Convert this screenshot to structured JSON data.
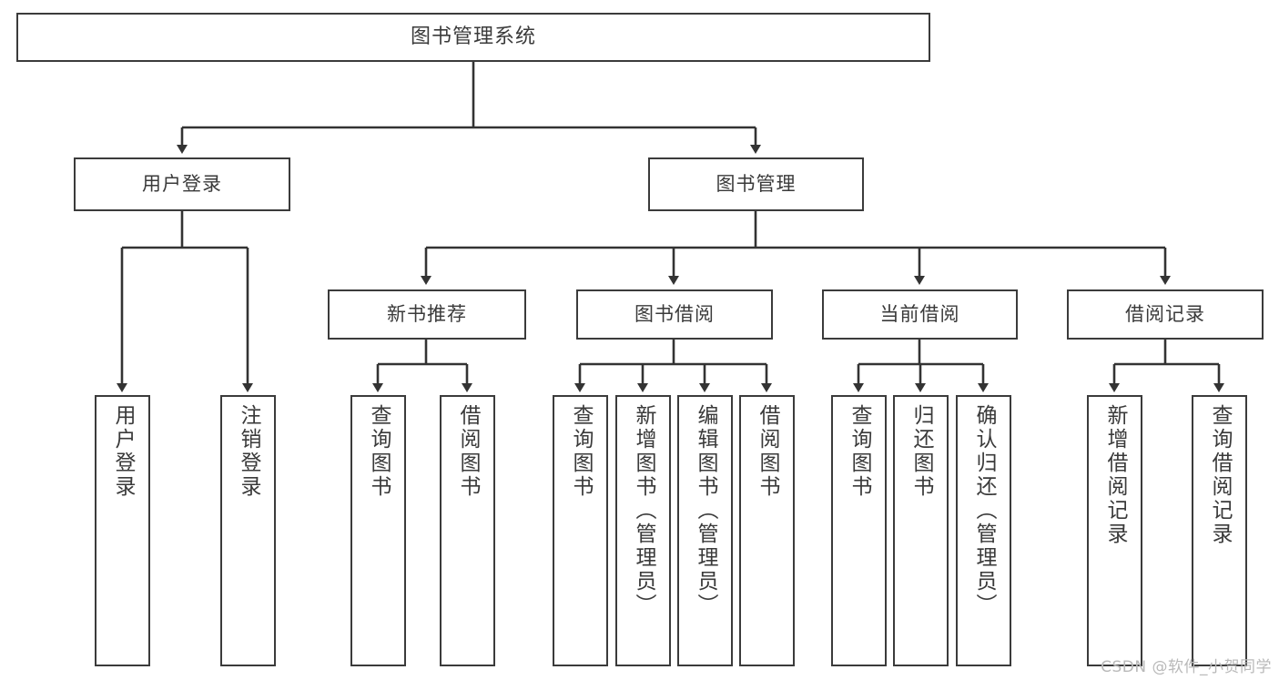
{
  "diagram": {
    "type": "tree-hierarchy",
    "title": "图书管理系统",
    "levels": 4,
    "nodes": {
      "root": {
        "label": "图书管理系统"
      },
      "level1": [
        {
          "id": "user-login",
          "label": "用户登录"
        },
        {
          "id": "book-manage",
          "label": "图书管理"
        }
      ],
      "level2": [
        {
          "id": "new-book-rec",
          "label": "新书推荐"
        },
        {
          "id": "book-borrow",
          "label": "图书借阅"
        },
        {
          "id": "current-borrow",
          "label": "当前借阅"
        },
        {
          "id": "borrow-record",
          "label": "借阅记录"
        }
      ],
      "leaves": [
        {
          "id": "leaf-user-login",
          "label": "用户登录",
          "parent": "user-login"
        },
        {
          "id": "leaf-logout",
          "label": "注销登录",
          "parent": "user-login"
        },
        {
          "id": "leaf-query-book-1",
          "label": "查询图书",
          "parent": "new-book-rec"
        },
        {
          "id": "leaf-borrow-book-1",
          "label": "借阅图书",
          "parent": "new-book-rec"
        },
        {
          "id": "leaf-query-book-2",
          "label": "查询图书",
          "parent": "book-borrow"
        },
        {
          "id": "leaf-add-book",
          "label": "新增图书（管理员）",
          "parent": "book-borrow"
        },
        {
          "id": "leaf-edit-book",
          "label": "编辑图书（管理员）",
          "parent": "book-borrow"
        },
        {
          "id": "leaf-borrow-book-2",
          "label": "借阅图书",
          "parent": "book-borrow"
        },
        {
          "id": "leaf-query-book-3",
          "label": "查询图书",
          "parent": "current-borrow"
        },
        {
          "id": "leaf-return-book",
          "label": "归还图书",
          "parent": "current-borrow"
        },
        {
          "id": "leaf-confirm-return",
          "label": "确认归还（管理员）",
          "parent": "current-borrow"
        },
        {
          "id": "leaf-add-record",
          "label": "新增借阅记录",
          "parent": "borrow-record"
        },
        {
          "id": "leaf-query-record",
          "label": "查询借阅记录",
          "parent": "borrow-record"
        }
      ]
    },
    "colors": {
      "box_border": "#3b3b3b",
      "box_fill": "#ffffff",
      "connector": "#333333",
      "text": "#3a3a3a",
      "watermark": "#b9b9b9"
    }
  },
  "watermark": {
    "text": "CSDN @软件_小贺同学"
  }
}
